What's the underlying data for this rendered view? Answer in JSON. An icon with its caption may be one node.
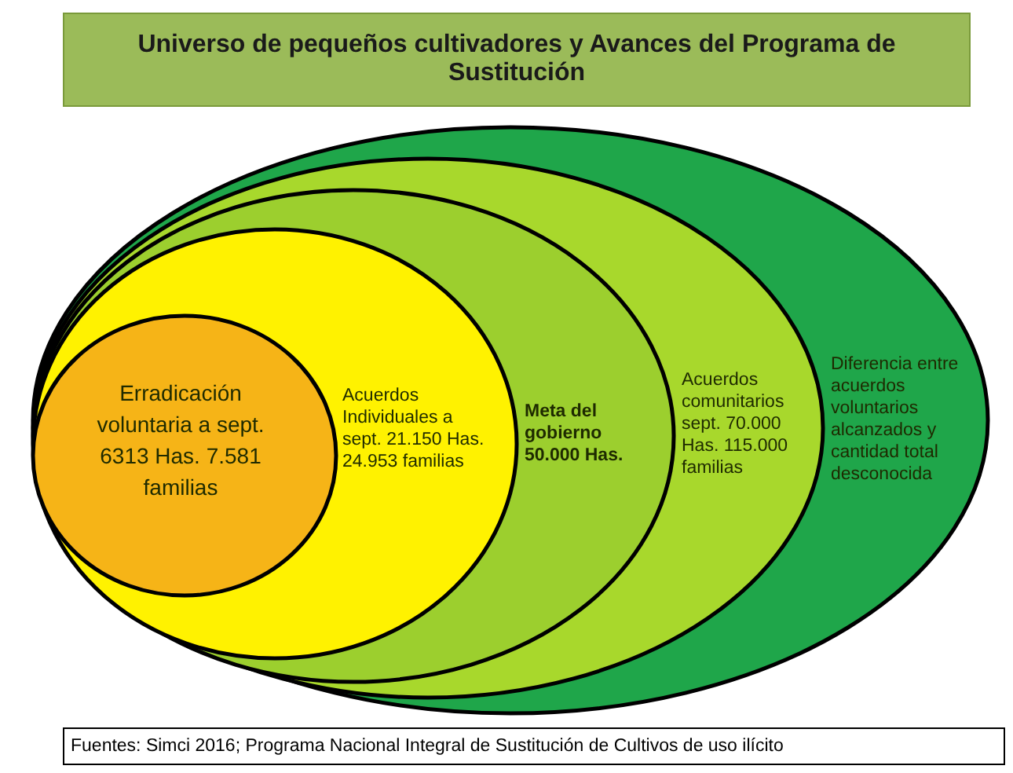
{
  "diagram": {
    "title": "Universo de pequeños cultivadores y Avances del Programa de Sustitución",
    "caption": "Fuentes: Simci 2016; Programa Nacional Integral de Sustitución de Cultivos de uso ilícito",
    "nodes": [
      {
        "text": [
          "Diferencia entre acuerdos voluntarios alcanzados y cantidad total desconocida"
        ]
      },
      {
        "text": [
          "Acuerdos comunitarios sept. 70.000 Has. 115.000 familias"
        ],
        "in": 0
      },
      {
        "text": [
          "Meta del gobierno 50.000 Has."
        ],
        "in": 1
      },
      {
        "text": [
          "Acuerdos Individuales a sept. 21.150 Has. 24.953 familias"
        ],
        "in": 2
      },
      {
        "text": [
          "Erradicación voluntaria a sept. 6313 Has. 7.581 familias"
        ],
        "in": 3
      }
    ],
    "edges": []
  }
}
